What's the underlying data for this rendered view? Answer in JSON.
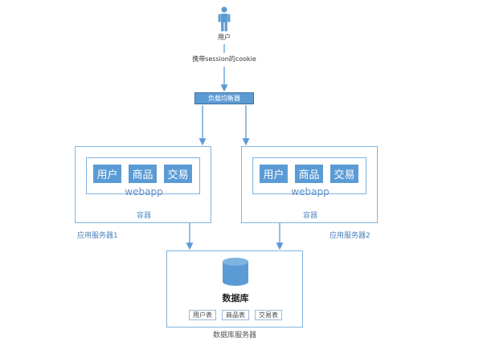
{
  "user": {
    "label": "用户"
  },
  "request": {
    "label": "携带session的cookie"
  },
  "load_balancer": {
    "label": "负载均衡器"
  },
  "servers": [
    {
      "modules": [
        "用户",
        "商品",
        "交易"
      ],
      "app": "webapp",
      "container": "容器",
      "name": "应用服务器1"
    },
    {
      "modules": [
        "用户",
        "商品",
        "交易"
      ],
      "app": "webapp",
      "container": "容器",
      "name": "应用服务器2"
    }
  ],
  "database": {
    "title": "数据库",
    "tables": [
      "用户表",
      "商品表",
      "交易表"
    ],
    "server_name": "数据库服务器"
  },
  "colors": {
    "accent": "#5b9bd5",
    "border": "#7fb4e0",
    "arrow": "#5b9bd5"
  }
}
